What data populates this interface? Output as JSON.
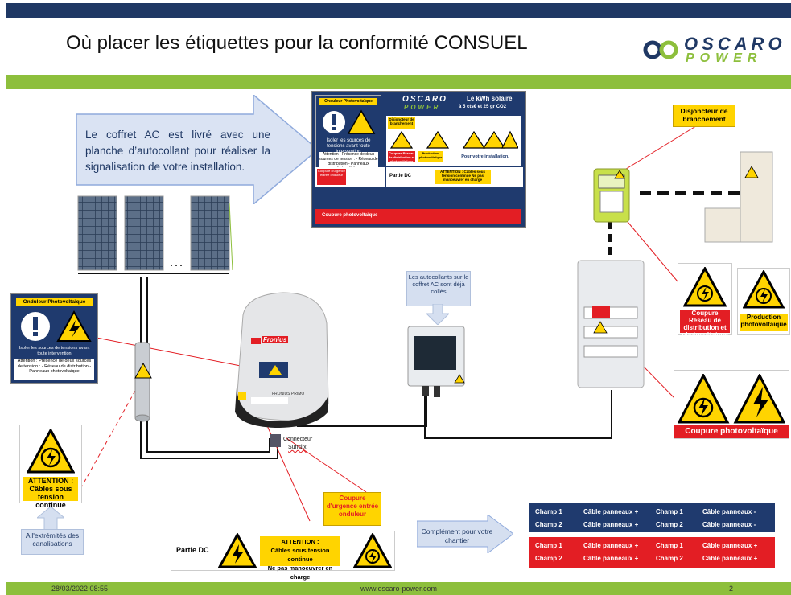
{
  "header": {
    "title": "Où placer les étiquettes pour la conformité CONSUEL",
    "logo_line1": "OSCARO",
    "logo_line2": "POWER"
  },
  "callout": {
    "text": "Le coffret AC est livré avec une planche d’autocollant pour réaliser la signalisation de votre installation."
  },
  "sheet": {
    "onduleur_title": "Onduleur Photovoltaïque",
    "onduleur_text": "Isoler les sources de tensions avant toute intervention",
    "attention_text": "Attention : Présence de deux sources de tension : - Réseau de distribution - Panneaux photovoltaïque",
    "brand1": "OSCARO",
    "brand2": "POWER",
    "kwh_title": "Le kWh solaire",
    "kwh_line": "à 5 cts€ et 25 gr CO2",
    "disjoncteur": "Disjoncteur de branchement",
    "coupure_reseau": "Coupure Réseau de distribution et photovoltaïque",
    "production": "Production photovoltaïque",
    "pour_votre": "Pour votre installation.",
    "partie_dc": "Partie DC",
    "attention_dc": "ATTENTION : Câbles sous tension continue Ne pas manoeuvrer en charge",
    "coupure_pv": "Coupure photovoltaïque",
    "coupure_urgence": "Coupure d'urgence entrée onduleur"
  },
  "left_card": {
    "title": "Onduleur Photovoltaïque",
    "text1": "Isoler les sources de tensions avant toute intervention",
    "text2": "Attention : Présence de deux sources de tension : - Réseau de distribution - Panneaux photovoltaïque"
  },
  "attention_card": {
    "line1": "ATTENTION :",
    "line2": "Câbles sous",
    "line3": "tension continue"
  },
  "extremites": {
    "text": "A l'extrémités des canalisations"
  },
  "inverter": {
    "brand": "Fronius",
    "model": "FRONIUS PRIMO",
    "connector": "Connecteur",
    "connector2": "Sunclix"
  },
  "ac_box_note": {
    "text": "Les autocollants sur le coffret AC sont déjà collés"
  },
  "coupure_urgence": {
    "text": "Coupure d'urgence entrée onduleur"
  },
  "partie_dc": {
    "label": "Partie DC",
    "attention": "ATTENTION :",
    "line2": "Câbles sous tension continue",
    "line3": "Ne pas manoeuvrer en charge"
  },
  "complement": {
    "text": "Complément pour votre chantier"
  },
  "table": {
    "rows": [
      {
        "c1": "Champ 1",
        "c2": "Câble panneaux +",
        "c3": "Champ 1",
        "c4": "Câble panneaux -",
        "color": "#1f3a6e"
      },
      {
        "c1": "Champ 2",
        "c2": "Câble panneaux +",
        "c3": "Champ 2",
        "c4": "Câble panneaux -",
        "color": "#1f3a6e"
      },
      {
        "c1": "Champ 1",
        "c2": "Câble panneaux +",
        "c3": "Champ 1",
        "c4": "Câble panneaux +",
        "color": "#e31e24"
      },
      {
        "c1": "Champ 2",
        "c2": "Câble panneaux +",
        "c3": "Champ 2",
        "c4": "Câble panneaux +",
        "color": "#e31e24"
      }
    ]
  },
  "right": {
    "disjoncteur": "Disjoncteur de branchement",
    "coupure_reseau": "Coupure Réseau de distribution et photovoltaïque",
    "production": "Production photovoltaïque",
    "coupure_pv": "Coupure photovoltaïque"
  },
  "footer": {
    "date": "28/03/2022 08:55",
    "url": "www.oscaro-power.com",
    "page": "2"
  },
  "colors": {
    "navy": "#1f3864",
    "green": "#8dbf3c",
    "yellow": "#ffd400",
    "red": "#e31e24"
  }
}
